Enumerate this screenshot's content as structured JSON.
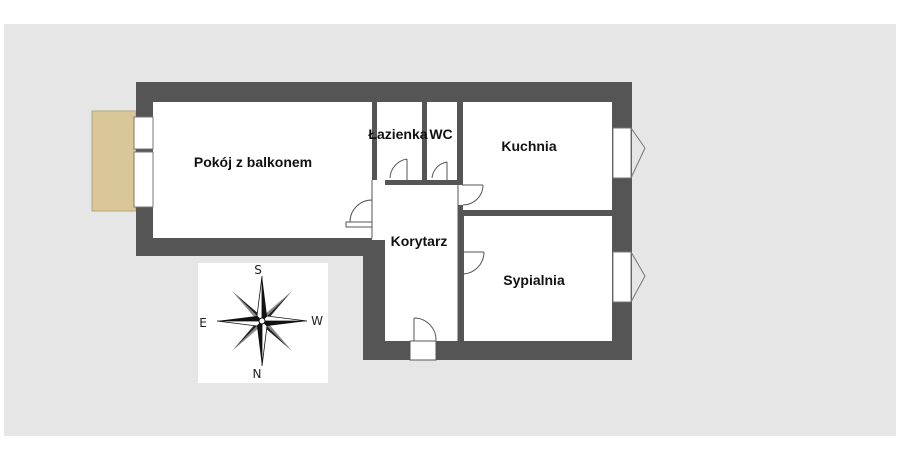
{
  "colors": {
    "background": "#e6e6e6",
    "wall": "#555555",
    "floor": "#ffffff",
    "balcony": "#d9c79a"
  },
  "rooms": {
    "living": "Pokój z balkonem",
    "bathroom": "Łazienka",
    "wc": "WC",
    "kitchen": "Kuchnia",
    "corridor": "Korytarz",
    "bedroom": "Sypialnia"
  },
  "compass": {
    "north": "N",
    "south": "S",
    "east": "E",
    "west": "W"
  }
}
